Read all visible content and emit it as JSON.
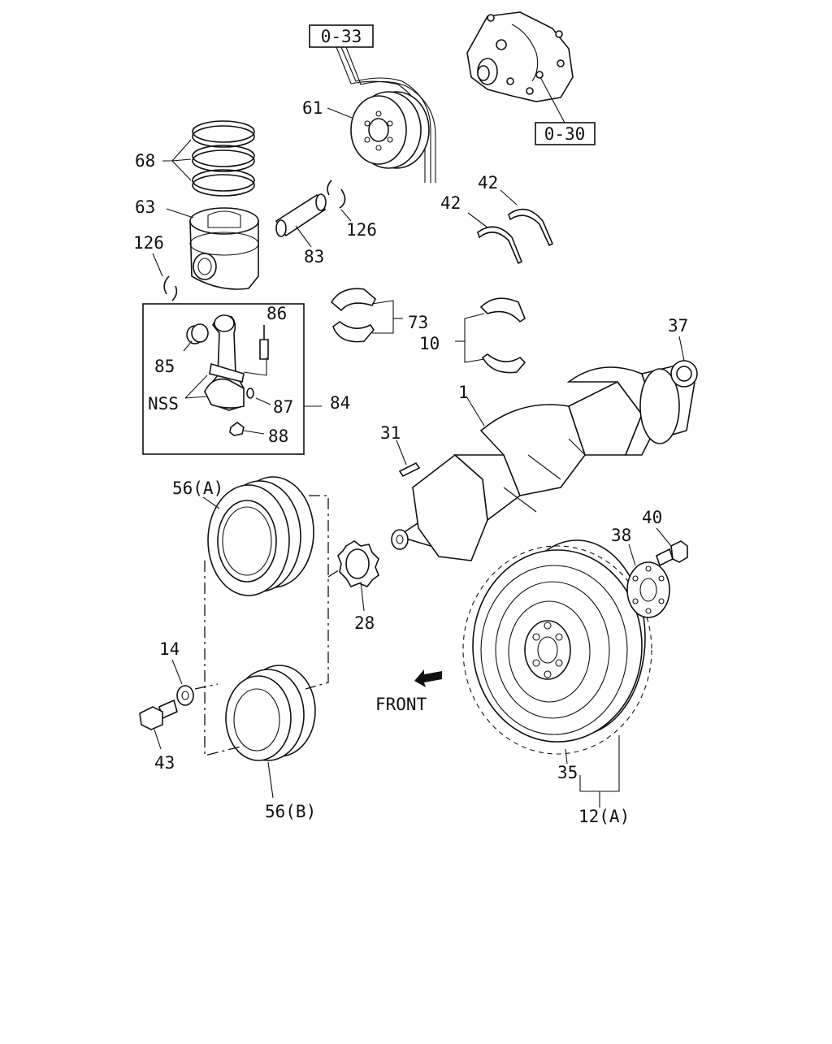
{
  "refs": {
    "belt": "0-33",
    "pump": "0-30"
  },
  "callouts": {
    "c1": "1",
    "c10": "10",
    "c12a": "12(A)",
    "c14": "14",
    "c28": "28",
    "c31": "31",
    "c35": "35",
    "c37": "37",
    "c38": "38",
    "c40": "40",
    "c42a": "42",
    "c42b": "42",
    "c43": "43",
    "c56a": "56(A)",
    "c56b": "56(B)",
    "c61": "61",
    "c63": "63",
    "c68": "68",
    "c73": "73",
    "c83": "83",
    "c84": "84",
    "c85": "85",
    "c86": "86",
    "c87": "87",
    "c88": "88",
    "c126a": "126",
    "c126b": "126",
    "nss": "NSS"
  },
  "front_label": "FRONT"
}
